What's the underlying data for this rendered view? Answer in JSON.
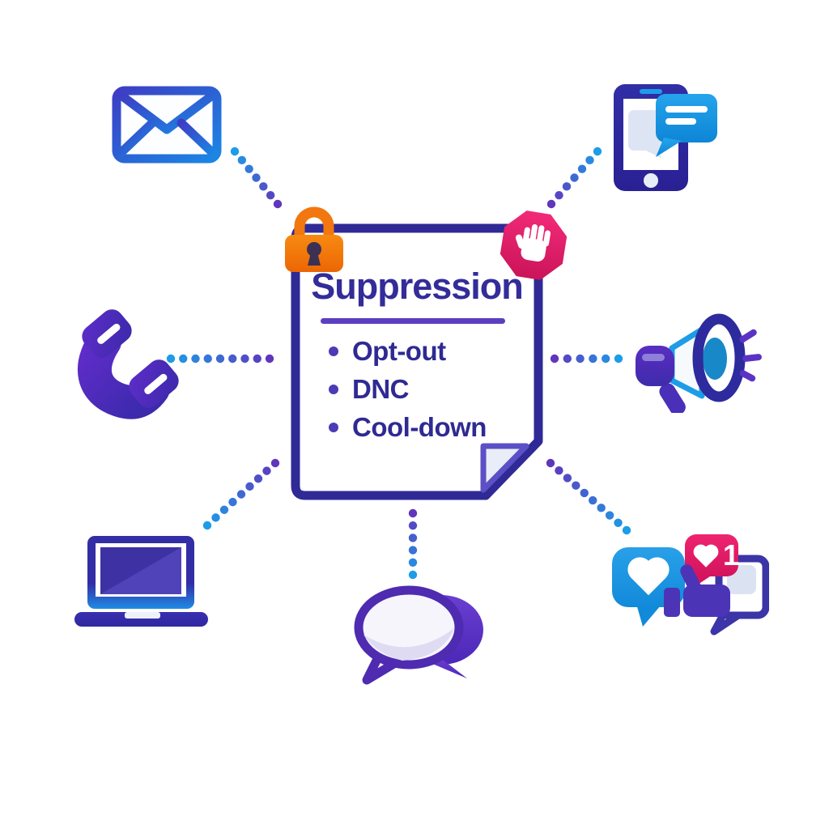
{
  "diagram": {
    "card": {
      "title": "Suppression",
      "bullets": [
        "Opt-out",
        "DNC",
        "Cool-down"
      ]
    },
    "social_badge": "1",
    "icons": [
      "email-icon",
      "sms-phone-icon",
      "lock-icon",
      "stop-hand-icon",
      "phone-call-icon",
      "megaphone-icon",
      "laptop-icon",
      "chat-bubbles-icon",
      "social-reactions-icon"
    ],
    "colors": {
      "document_border": "#2f2a96",
      "title_text": "#332c99",
      "list_text": "#2f2a92",
      "underline": "#5b3fc0",
      "orange_lock": "#f1770e",
      "pink_stop": "#e8246f",
      "blue": "#1e97e3",
      "indigo": "#2e2a97",
      "purple": "#5b2fc0",
      "connector_blue": "#1d9ce8",
      "connector_purple": "#6036bc"
    }
  }
}
